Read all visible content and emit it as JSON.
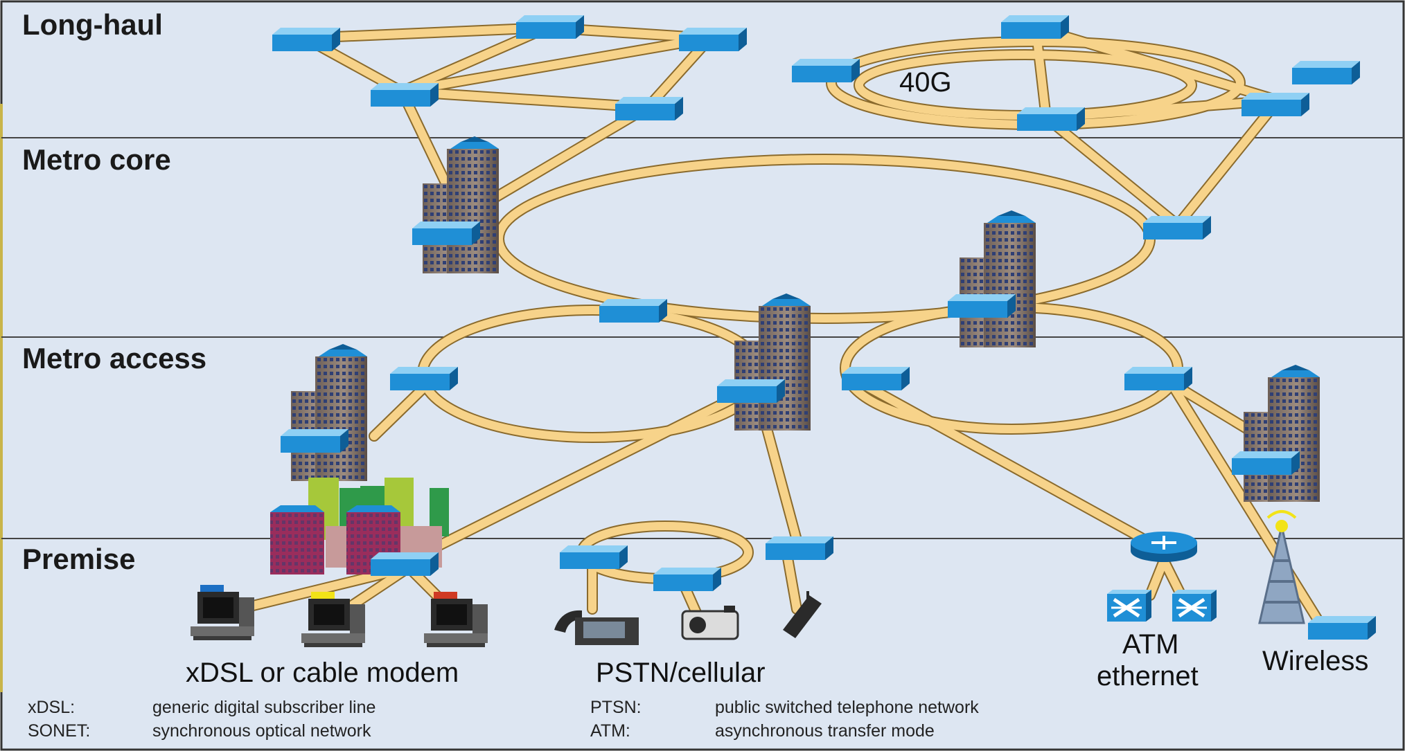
{
  "layers": {
    "long_haul": "Long-haul",
    "metro_core": "Metro core",
    "metro_access": "Metro access",
    "premise": "Premise"
  },
  "ring_label": "40G",
  "captions": {
    "xdsl": "xDSL or cable modem",
    "pstn": "PSTN/cellular",
    "atm_line1": "ATM",
    "atm_line2": "ethernet",
    "wireless": "Wireless"
  },
  "legend": [
    {
      "abbr": "xDSL:",
      "text": "generic digital subscriber line"
    },
    {
      "abbr": "SONET:",
      "text": "synchronous optical network"
    },
    {
      "abbr": "PTSN:",
      "text": "public switched telephone network"
    },
    {
      "abbr": "ATM:",
      "text": "asynchronous transfer mode"
    }
  ],
  "colors": {
    "background": "#dde6f2",
    "link": "#f7d38a",
    "link_outline": "#8a6a2c",
    "node": "#1f8fd6",
    "building": "#8a7a6e",
    "divider": "#444444"
  },
  "icons": [
    "network-node-icon",
    "office-building-icon",
    "computer-icon",
    "telephone-icon",
    "camera-icon",
    "mobile-phone-icon",
    "router-icon",
    "atm-switch-icon",
    "wireless-tower-icon"
  ]
}
